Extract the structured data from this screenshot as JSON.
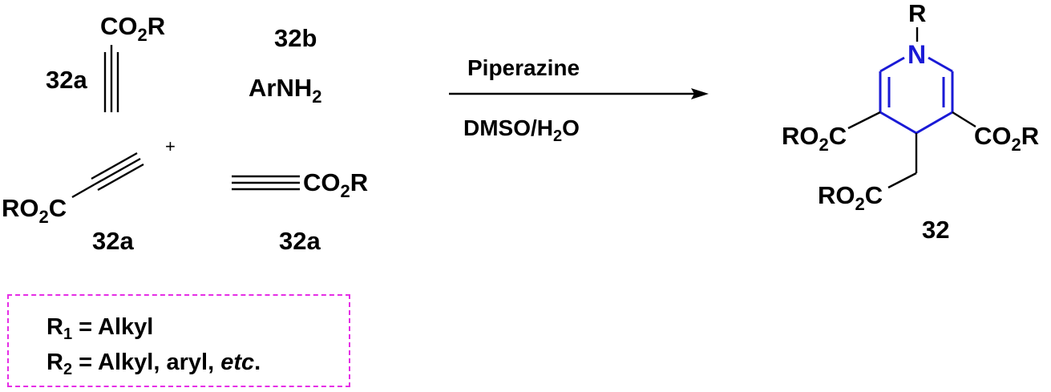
{
  "scheme": {
    "reactants": {
      "alkyne_top": {
        "group": "CO",
        "sub": "2",
        "tail": "R",
        "label": "32a"
      },
      "amine": {
        "label": "32b",
        "formula": "ArNH",
        "sub": "2"
      },
      "alkyne_left": {
        "group_prefix": "RO",
        "sub": "2",
        "tail": "C",
        "label": "32a"
      },
      "plus": "+",
      "alkyne_right": {
        "group": "CO",
        "sub": "2",
        "tail": "R",
        "label": "32a"
      }
    },
    "arrow": {
      "above": "Piperazine",
      "below_prefix": "DMSO/H",
      "below_sub": "2",
      "below_suffix": "O"
    },
    "product": {
      "n_substituent": "R",
      "ring_atom": "N",
      "ester_left": {
        "prefix": "RO",
        "sub": "2",
        "tail": "C"
      },
      "ester_right": {
        "prefix": "CO",
        "sub": "2",
        "tail": "R"
      },
      "ester_bottom": {
        "prefix": "RO",
        "sub": "2",
        "tail": "C"
      },
      "label": "32"
    },
    "legend": {
      "line1": {
        "symbol": "R",
        "sub": "1",
        "text": " = Alkyl"
      },
      "line2": {
        "symbol": "R",
        "sub": "2",
        "text": " = Alkyl, aryl, ",
        "italic": "etc",
        "end": "."
      }
    }
  },
  "colors": {
    "ring": "#1a1ad6",
    "legend_border": "#e62ee6",
    "text": "#000000"
  }
}
